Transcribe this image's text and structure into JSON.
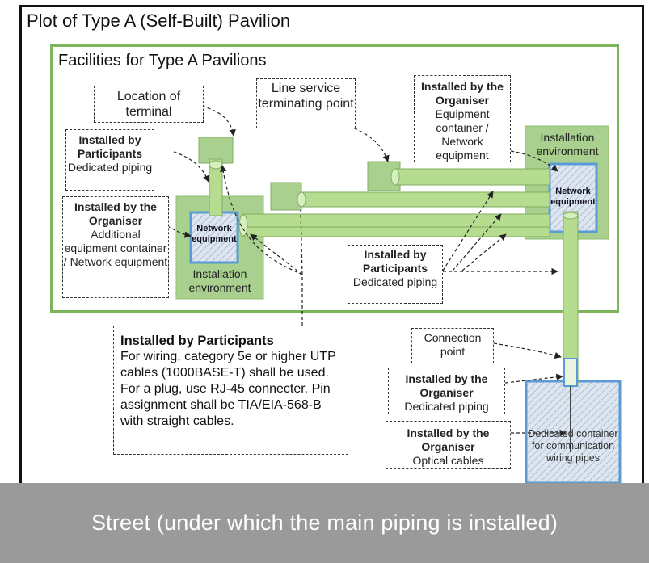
{
  "title": "Plot of Type A (Self-Built) Pavilion",
  "facilities_title": "Facilities for Type A Pavilions",
  "street": "Street (under which the main piping is installed)",
  "callouts": {
    "location_terminal": "Location of terminal",
    "line_service": "Line service terminating point",
    "organiser_equipment": {
      "heading": "Installed by the Organiser",
      "text": "Equipment container / Network equipment"
    },
    "participants_piping_left": {
      "heading": "Installed by Participants",
      "text": "Dedicated piping"
    },
    "organiser_additional": {
      "heading": "Installed by the Organiser",
      "text": "Additional equipment container / Network equipment"
    },
    "participants_piping_mid": {
      "heading": "Installed by Participants",
      "text": "Dedicated piping"
    },
    "connection_point": "Connection point",
    "organiser_piping": {
      "heading": "Installed by the Organiser",
      "text": "Dedicated piping"
    },
    "organiser_optical": {
      "heading": "Installed by the Organiser",
      "text": "Optical cables"
    }
  },
  "participants_wiring": {
    "heading": "Installed by Participants",
    "text": "For wiring, category 5e or higher UTP cables (1000BASE-T) shall be used. For a plug, use RJ-45 connecter. Pin assignment shall be TIA/EIA-568-B with straight cables."
  },
  "environment_left": "Installation environment",
  "environment_right": "Installation environment",
  "network_equipment_left": "Network equipment",
  "network_equipment_right": "Network equipment",
  "dedicated_container": "Dedicated container for communication wiring pipes",
  "colors": {
    "green_frame": "#7db55a",
    "env_fill": "#a9d08e",
    "pipe_fill": "#b5dc8f",
    "blue_border": "#5b9bd5",
    "street": "#9a9a9a"
  }
}
